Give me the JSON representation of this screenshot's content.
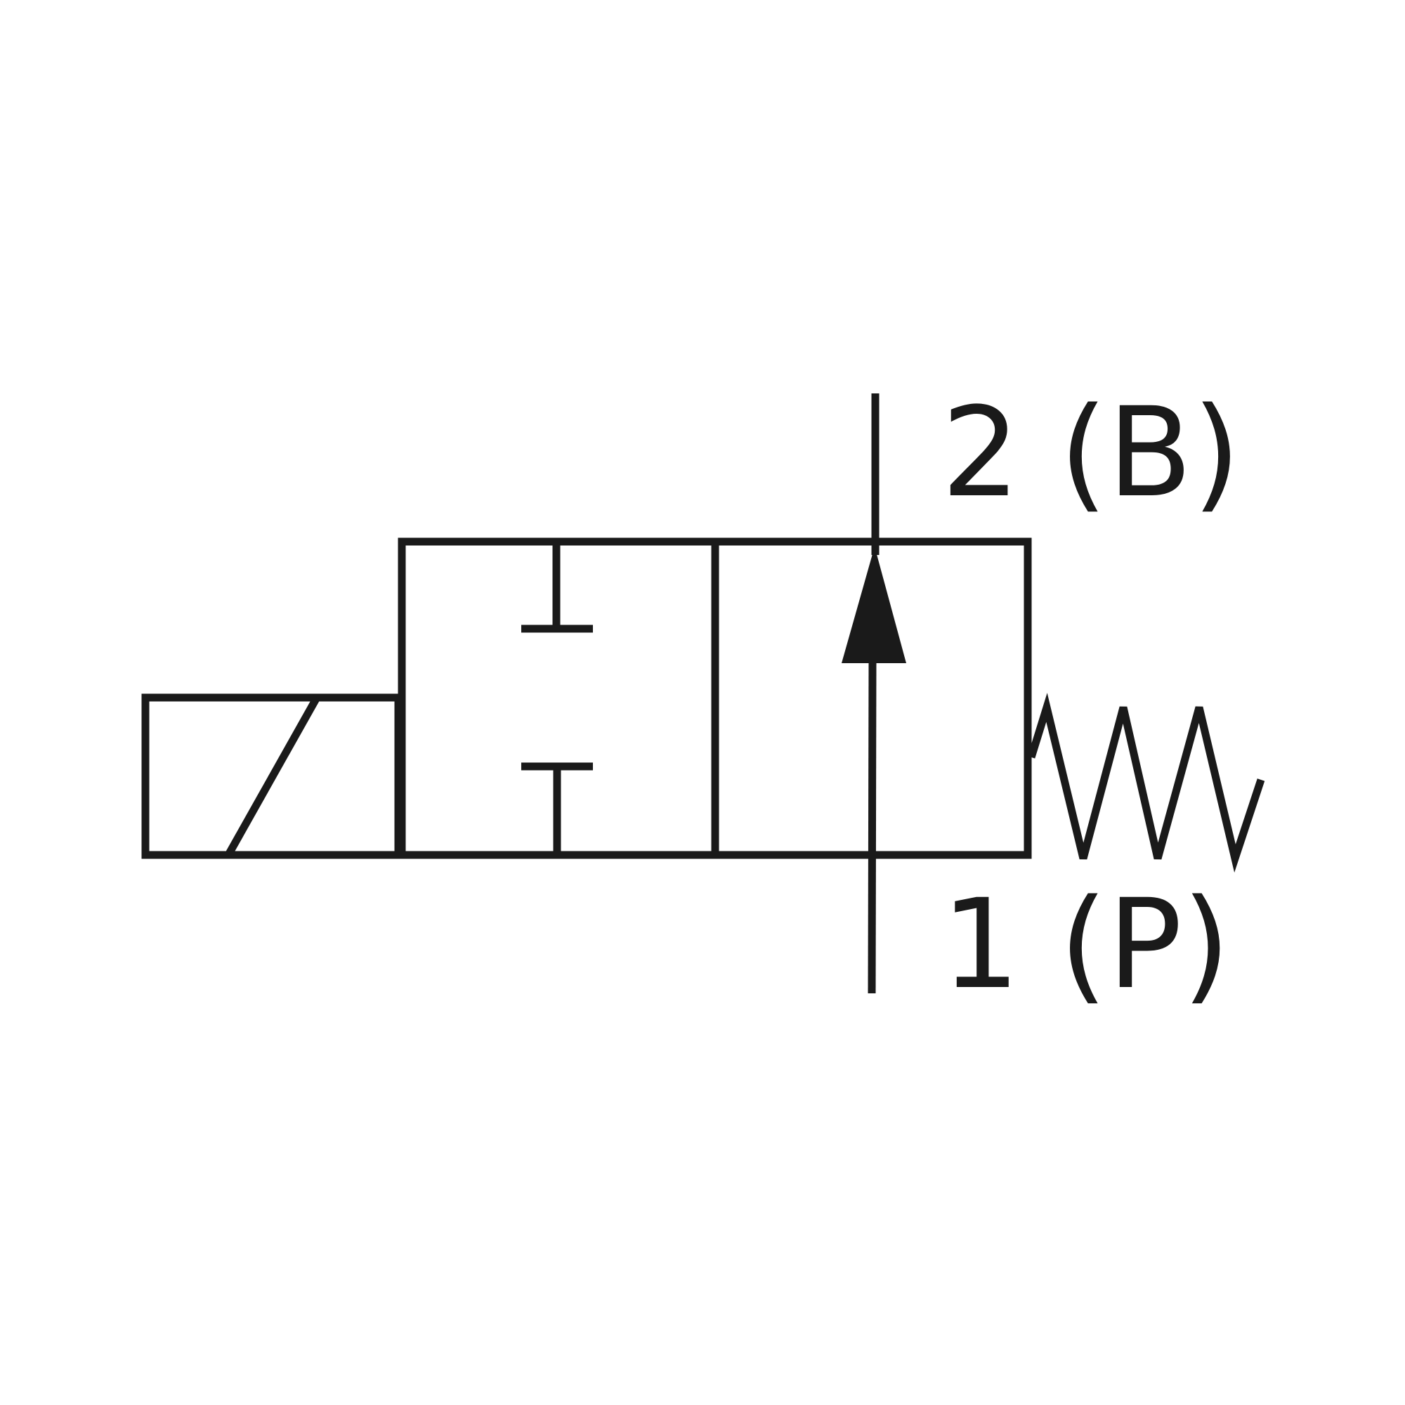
{
  "diagram": {
    "type": "hydraulic/pneumatic symbol",
    "description": "2/2-way solenoid valve, normally closed, spring return",
    "colors": {
      "ink": "#1a1a1a",
      "background": "#ffffff"
    },
    "ports": {
      "outlet": {
        "label": "2 (B)"
      },
      "inlet": {
        "label": "1 (P)"
      }
    },
    "components": [
      {
        "name": "solenoid-actuator",
        "kind": "actuator"
      },
      {
        "name": "closed-position-box",
        "kind": "valve-envelope",
        "symbol": "blocked-ports"
      },
      {
        "name": "open-position-box",
        "kind": "valve-envelope",
        "symbol": "flow-arrow-up"
      },
      {
        "name": "return-spring",
        "kind": "actuator"
      }
    ]
  }
}
